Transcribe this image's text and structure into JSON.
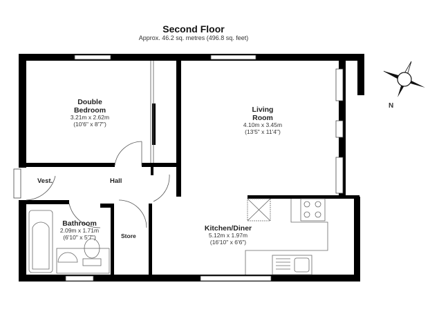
{
  "header": {
    "title": "Second Floor",
    "subtitle": "Approx. 46.2 sq. metres (496.8 sq. feet)"
  },
  "compass": {
    "label": "N"
  },
  "rooms": {
    "bedroom": {
      "name_line1": "Double",
      "name_line2": "Bedroom",
      "metric": "3.21m x 2.62m",
      "imperial": "(10'6\" x 8'7\")"
    },
    "living": {
      "name_line1": "Living",
      "name_line2": "Room",
      "metric": "4.10m x 3.45m",
      "imperial": "(13'5\" x 11'4\")"
    },
    "kitchen": {
      "name": "Kitchen/Diner",
      "metric": "5.12m x 1.97m",
      "imperial": "(16'10\" x 6'6\")"
    },
    "bathroom": {
      "name": "Bathroom",
      "metric": "2.09m x 1.71m",
      "imperial": "(6'10\" x 5'7\")"
    },
    "vest": {
      "name": "Vest."
    },
    "hall": {
      "name": "Hall"
    },
    "store": {
      "name": "Store"
    }
  }
}
